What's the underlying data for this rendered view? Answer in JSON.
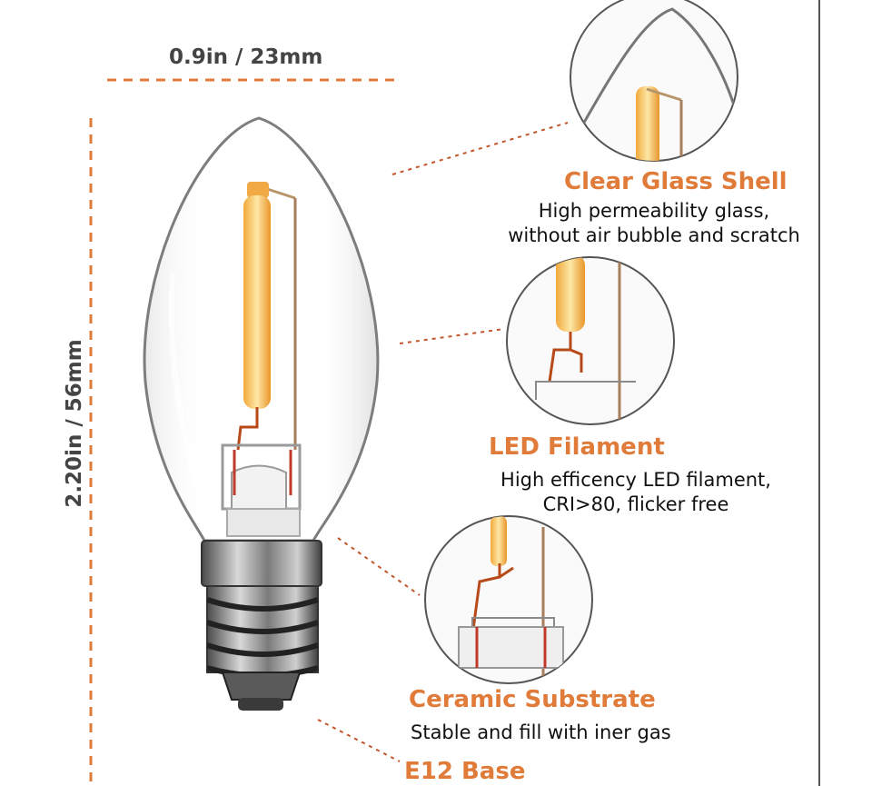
{
  "colors": {
    "accent": "#e07b39",
    "text": "#111111",
    "dimension_text": "#444444"
  },
  "dimensions": {
    "width_label": "0.9in / 23mm",
    "height_label": "2.20in / 56mm"
  },
  "features": [
    {
      "title": "Clear Glass Shell",
      "desc_lines": [
        "High permeability glass,",
        "without air bubble and scratch"
      ]
    },
    {
      "title": "LED Filament",
      "desc_lines": [
        "High efficency LED filament,",
        "CRI>80, flicker free"
      ]
    },
    {
      "title": "Ceramic Substrate",
      "desc_lines": [
        "Stable and fill with iner gas"
      ]
    },
    {
      "title": "E12 Base",
      "desc_lines": []
    }
  ]
}
